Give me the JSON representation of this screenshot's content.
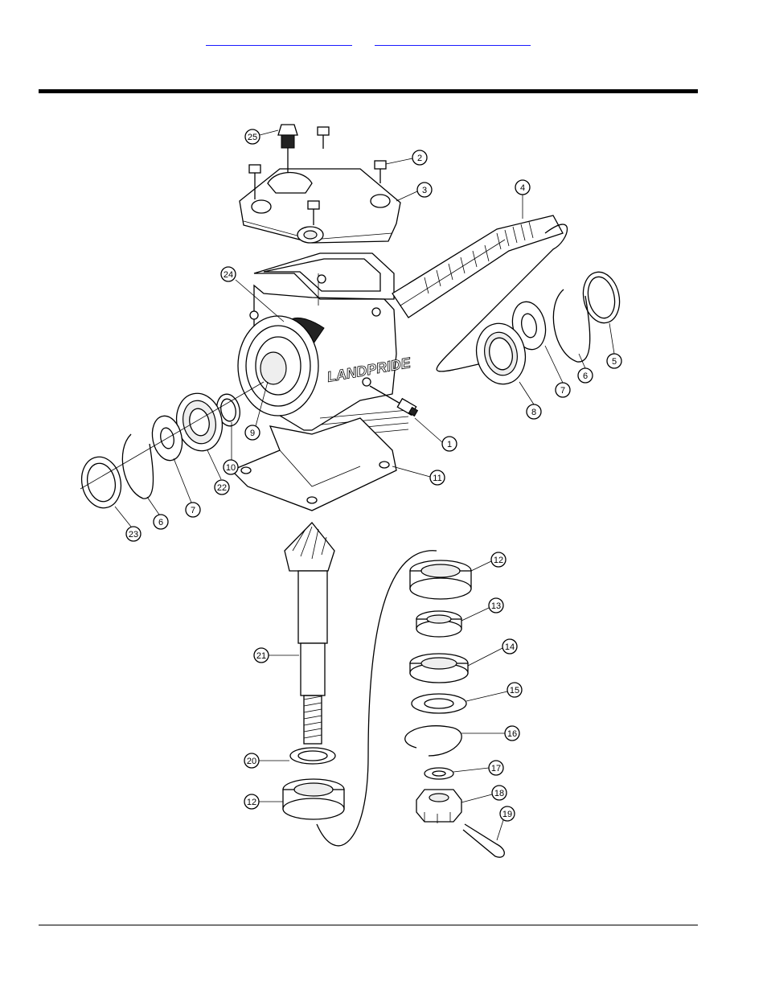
{
  "header": {
    "link_1": "",
    "link_2": ""
  },
  "diagram": {
    "brand_text": "LANDPRIDE",
    "callouts": [
      "1",
      "2",
      "3",
      "4",
      "5",
      "6",
      "7",
      "8",
      "9",
      "10",
      "11",
      "12",
      "13",
      "14",
      "15",
      "16",
      "17",
      "18",
      "19",
      "20",
      "21",
      "22",
      "23",
      "24",
      "25"
    ],
    "callout_labels": {
      "c1": "1",
      "c2": "2",
      "c3": "3",
      "c4": "4",
      "c5": "5",
      "c6a": "6",
      "c6b": "6",
      "c7a": "7",
      "c7b": "7",
      "c8": "8",
      "c9": "9",
      "c10": "10",
      "c11": "11",
      "c12a": "12",
      "c12b": "12",
      "c13": "13",
      "c14": "14",
      "c15": "15",
      "c16": "16",
      "c17": "17",
      "c18": "18",
      "c19": "19",
      "c20": "20",
      "c21": "21",
      "c22": "22",
      "c23": "23",
      "c24": "24",
      "c25": "25"
    }
  }
}
